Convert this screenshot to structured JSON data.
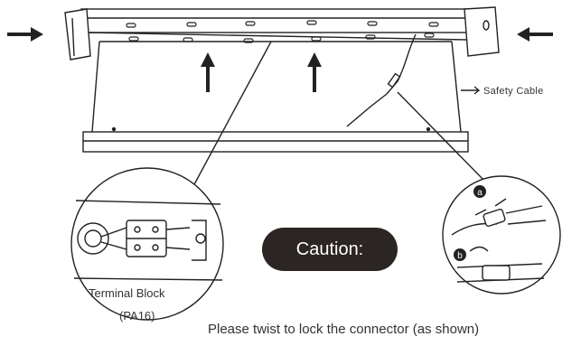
{
  "labels": {
    "safety_cable": "Safety Cable",
    "terminal_block_line1": "Terminal Block",
    "terminal_block_line2": "(PA16)",
    "caution": "Caution:",
    "twist_note": "Please twist to lock the connector (as shown)",
    "marker_a": "a",
    "marker_b": "b"
  },
  "colors": {
    "line": "#222222",
    "badge": "#2b2523",
    "badge_text": "#ffffff"
  },
  "icons": [
    "arrow-right-icon",
    "arrow-left-icon",
    "arrow-up-icon"
  ]
}
